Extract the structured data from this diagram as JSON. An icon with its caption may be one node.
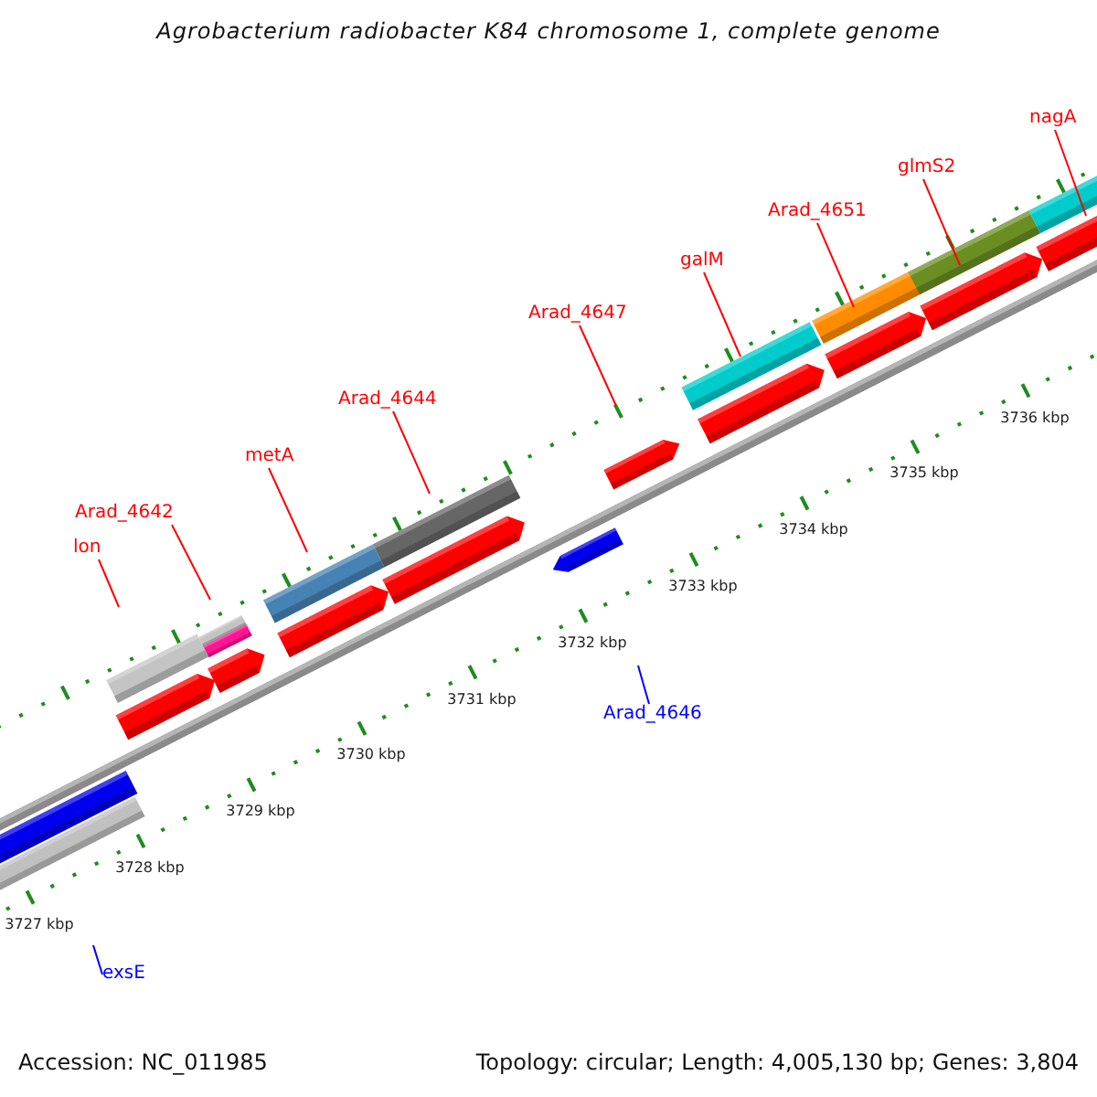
{
  "diagram": {
    "title": "Agrobacterium radiobacter K84 chromosome 1, complete genome",
    "nodes": [
      {
        "text": [
          "lon"
        ]
      },
      {
        "text": [
          "Arad_4642"
        ]
      },
      {
        "text": [
          "metA"
        ]
      },
      {
        "text": [
          "Arad_4644"
        ]
      },
      {
        "text": [
          "Arad_4647"
        ]
      },
      {
        "text": [
          "galM"
        ]
      },
      {
        "text": [
          "Arad_4651"
        ]
      },
      {
        "text": [
          "glmS2"
        ]
      },
      {
        "text": [
          "nagA"
        ]
      },
      {
        "text": [
          "Arad_4646"
        ]
      },
      {
        "text": [
          "exsE"
        ]
      }
    ],
    "edges": [
      {
        "from": 0,
        "to": null,
        "arrow": "none"
      },
      {
        "from": 1,
        "to": null,
        "arrow": "none"
      },
      {
        "from": 2,
        "to": null,
        "arrow": "none"
      },
      {
        "from": 3,
        "to": null,
        "arrow": "none"
      },
      {
        "from": 4,
        "to": null,
        "arrow": "none"
      },
      {
        "from": 5,
        "to": null,
        "arrow": "none"
      },
      {
        "from": 6,
        "to": null,
        "arrow": "none"
      },
      {
        "from": 7,
        "to": null,
        "arrow": "none"
      },
      {
        "from": 8,
        "to": null,
        "arrow": "none"
      },
      {
        "from": 9,
        "to": null,
        "arrow": "none",
        "color": "#0000ff"
      },
      {
        "from": 10,
        "to": null,
        "arrow": "none",
        "color": "#0000ff"
      }
    ],
    "labels": [
      "3736 kbp",
      "3735 kbp",
      "3734 kbp",
      "3733 kbp",
      "3732 kbp",
      "3731 kbp",
      "3730 kbp",
      "3729 kbp",
      "3728 kbp",
      "3727 kbp",
      "Accession: NC_011985",
      "Topology: circular; Length: 4,005,130 bp; Genes: 3,804"
    ]
  }
}
